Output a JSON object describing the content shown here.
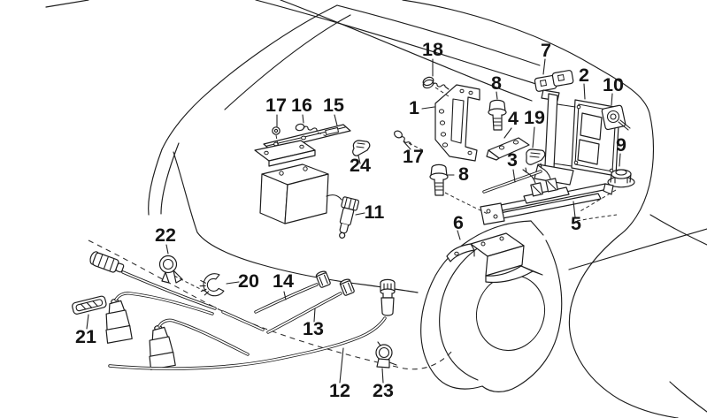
{
  "diagram": {
    "background_color": "#ffffff",
    "line_color": "#1d1d1d",
    "label_color": "#141414",
    "callouts": [
      {
        "label": "1"
      },
      {
        "label": "2"
      },
      {
        "label": "3"
      },
      {
        "label": "4"
      },
      {
        "label": "5"
      },
      {
        "label": "6"
      },
      {
        "label": "7"
      },
      {
        "label": "8"
      },
      {
        "label": "8"
      },
      {
        "label": "9"
      },
      {
        "label": "10"
      },
      {
        "label": "11"
      },
      {
        "label": "12"
      },
      {
        "label": "13"
      },
      {
        "label": "14"
      },
      {
        "label": "15"
      },
      {
        "label": "16"
      },
      {
        "label": "17"
      },
      {
        "label": "17"
      },
      {
        "label": "18"
      },
      {
        "label": "19"
      },
      {
        "label": "20"
      },
      {
        "label": "21"
      },
      {
        "label": "22"
      },
      {
        "label": "23"
      },
      {
        "label": "24"
      }
    ]
  }
}
